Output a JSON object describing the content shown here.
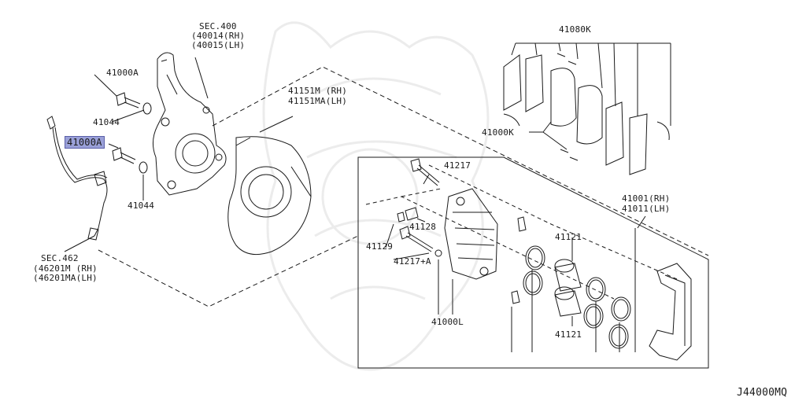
{
  "labels": {
    "sec400": {
      "title": "SEC.400",
      "rh": "(40014(RH)",
      "lh": "(40015(LH)"
    },
    "part_41000A_top": "41000A",
    "part_41044_top": "41044",
    "part_41000A_highlight": "41000A",
    "part_41044_bottom": "41044",
    "sec462": {
      "title": "SEC.462",
      "rh": "(46201M (RH)",
      "lh": "(46201MA(LH)"
    },
    "part_41151": {
      "rh": "41151M (RH)",
      "lh": "41151MA(LH)"
    },
    "part_41080K": "41080K",
    "part_41000K": "41000K",
    "part_41217": "41217",
    "part_41128": "41128",
    "part_41129": "41129",
    "part_41217A": "41217+A",
    "part_41000L": "41000L",
    "part_41121_top": "41121",
    "part_41121_bottom": "41121",
    "part_41001": {
      "rh": "41001(RH)",
      "lh": "41011(LH)"
    },
    "diagram_code": "J44000MQ"
  },
  "colors": {
    "line": "#1a1a1a",
    "highlight": "#9aa0d8",
    "watermark": "#e6e6e6"
  }
}
